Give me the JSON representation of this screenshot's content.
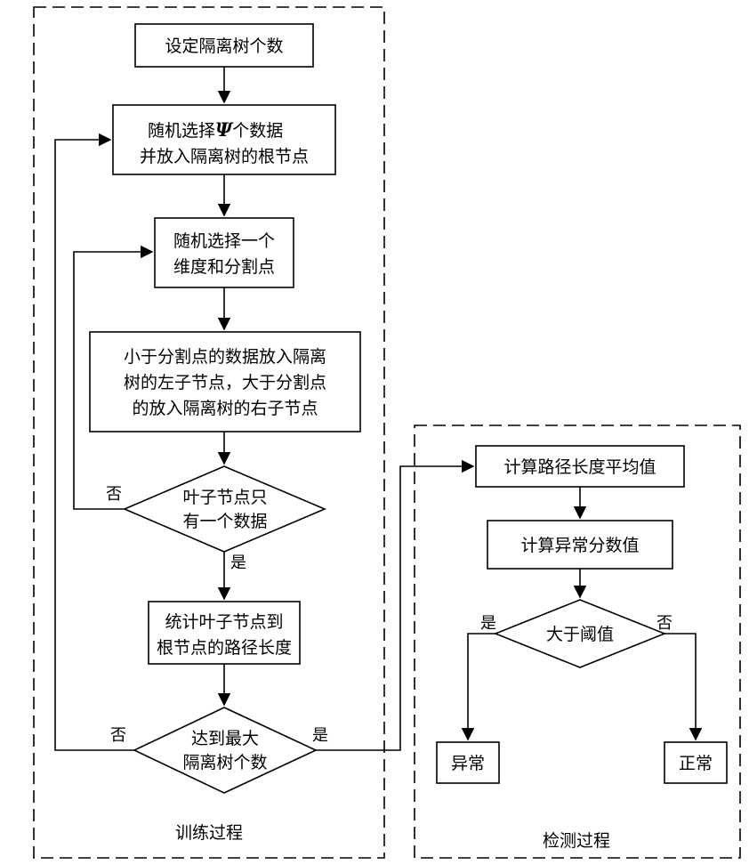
{
  "training": {
    "section_label": "训练过程",
    "step1": "设定隔离树个数",
    "step2_line1_prefix": "随机选择",
    "step2_symbol": "Ψ",
    "step2_line1_suffix": "个数据",
    "step2_line2": "并放入隔离树的根节点",
    "step3_line1": "随机选择一个",
    "step3_line2": "维度和分割点",
    "step4_line1": "小于分割点的数据放入隔离",
    "step4_line2": "树的左子节点，大于分割点",
    "step4_line3": "的放入隔离树的右子节点",
    "decision1_line1": "叶子节点只",
    "decision1_line2": "有一个数据",
    "decision1_no": "否",
    "decision1_yes": "是",
    "step5_line1": "统计叶子节点到",
    "step5_line2": "根节点的路径长度",
    "decision2_line1": "达到最大",
    "decision2_line2": "隔离树个数",
    "decision2_no": "否",
    "decision2_yes": "是"
  },
  "detection": {
    "section_label": "检测过程",
    "step1": "计算路径长度平均值",
    "step2": "计算异常分数值",
    "decision_label": "大于阈值",
    "decision_yes": "是",
    "decision_no": "否",
    "result_anomaly": "异常",
    "result_normal": "正常"
  }
}
